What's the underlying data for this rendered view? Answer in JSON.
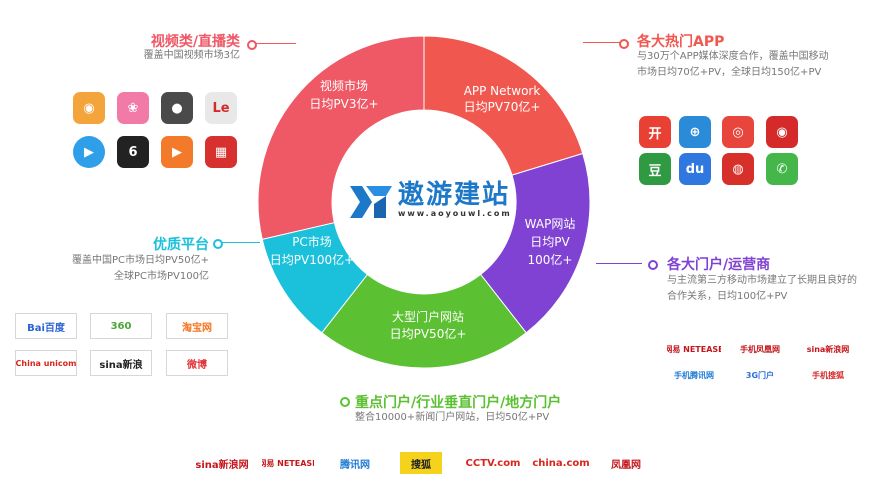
{
  "colors": {
    "red": "#f0574f",
    "pink": "#ef5865",
    "cyan": "#1bc0db",
    "green": "#5bc032",
    "purple": "#8042d2",
    "logo_blue": "#1e78c8"
  },
  "center": {
    "brand": "遨游建站",
    "url": "www.aoyouwl.com"
  },
  "segments": [
    {
      "line1": "视频市场",
      "line2": "日均PV3亿+",
      "line3": ""
    },
    {
      "line1": "APP Network",
      "line2": "日均PV70亿+",
      "line3": ""
    },
    {
      "line1": "WAP网站",
      "line2": "日均PV",
      "line3": "100亿+"
    },
    {
      "line1": "大型门户网站",
      "line2": "日均PV50亿+",
      "line3": ""
    },
    {
      "line1": "PC市场",
      "line2": "日均PV100亿+",
      "line3": ""
    }
  ],
  "callouts": {
    "video": {
      "title": "视频类/直播类",
      "desc1": "覆盖中国视频市场3亿"
    },
    "app": {
      "title": "各大热门APP",
      "desc1": "与30万个APP媒体深度合作，覆盖中国移动",
      "desc2": "市场日均70亿+PV，全球日均150亿+PV"
    },
    "pc": {
      "title": "优质平台",
      "desc1": "覆盖中国PC市场日均PV50亿+",
      "desc2": "全球PC市场PV100亿"
    },
    "portal": {
      "title": "各大门户/运营商",
      "desc1": "与主流第三方移动市场建立了长期且良好的",
      "desc2": "合作关系，日均100亿+PV"
    },
    "vertical": {
      "title": "重点门户/行业垂直门户/地方门户",
      "desc1": "整合10000+新闻门户网站，日均50亿+PV"
    }
  },
  "video_icons": [
    {
      "name": "camera-app-icon",
      "glyph": "◉",
      "bg": "#f3a43a"
    },
    {
      "name": "beauty-camera-app-icon",
      "glyph": "❀",
      "bg": "#f27aa6"
    },
    {
      "name": "lens-camera-app-icon",
      "glyph": "●",
      "bg": "#4a4a4a"
    },
    {
      "name": "letv-app-icon",
      "glyph": "Le",
      "bg": "#e8e8e8"
    },
    {
      "name": "play-video-app-icon",
      "glyph": "▶",
      "bg": "#2e9fe8"
    },
    {
      "name": "ku6-app-icon",
      "glyph": "6",
      "bg": "#222222"
    },
    {
      "name": "live-stream-app-icon",
      "glyph": "▶",
      "bg": "#f37a2a"
    },
    {
      "name": "radio-app-icon",
      "glyph": "▦",
      "bg": "#d6302f"
    }
  ],
  "app_icons": [
    {
      "name": "kaixin-app-icon",
      "glyph": "开",
      "bg": "#e84033"
    },
    {
      "name": "shared-app-icon",
      "glyph": "⊕",
      "bg": "#2a8bd9"
    },
    {
      "name": "weibo-app-icon",
      "glyph": "◎",
      "bg": "#e8453c"
    },
    {
      "name": "letv-red-app-icon",
      "glyph": "◉",
      "bg": "#d42a2a"
    },
    {
      "name": "douban-app-icon",
      "glyph": "豆",
      "bg": "#2f9a42"
    },
    {
      "name": "baidu-app-icon",
      "glyph": "du",
      "bg": "#2f78e0"
    },
    {
      "name": "mobile-market-app-icon",
      "glyph": "◍",
      "bg": "#d7302a"
    },
    {
      "name": "wechat-app-icon",
      "glyph": "✆",
      "bg": "#44b64a"
    }
  ],
  "pc_logos": [
    {
      "name": "baidu-logo",
      "text": "Bai百度",
      "color": "#2a62d6"
    },
    {
      "name": "360-logo",
      "text": "360",
      "color": "#47a838"
    },
    {
      "name": "taobao-logo",
      "text": "淘宝网",
      "color": "#f5741f"
    },
    {
      "name": "china-unicom-logo",
      "text": "China unicom",
      "color": "#d9261c"
    },
    {
      "name": "sina-logo",
      "text": "sina新浪",
      "color": "#222222"
    },
    {
      "name": "weibo-logo",
      "text": "微博",
      "color": "#e4393c"
    }
  ],
  "portal_logos": [
    {
      "name": "netease-logo",
      "text": "网易 NETEASE",
      "color": "#c4161c"
    },
    {
      "name": "mobile-phoenix-logo",
      "text": "手机凤凰网",
      "color": "#c4161c"
    },
    {
      "name": "sina-mobile-logo",
      "text": "sina新浪网",
      "color": "#c4161c"
    },
    {
      "name": "tencent-mobile-logo",
      "text": "手机腾讯网",
      "color": "#1e7ad4"
    },
    {
      "name": "3g-portal-logo",
      "text": "3G门户",
      "color": "#2a6fd6"
    },
    {
      "name": "mobile-sohu-logo",
      "text": "手机搜狐",
      "color": "#d42a2a"
    }
  ],
  "bottom_logos": [
    {
      "name": "sina-bottom-logo",
      "text": "sina新浪网",
      "color": "#c4161c",
      "bg": "#ffffff"
    },
    {
      "name": "netease-bottom-logo",
      "text": "网易 NETEASE",
      "color": "#c4161c",
      "bg": "#ffffff"
    },
    {
      "name": "tencent-bottom-logo",
      "text": "腾讯网",
      "color": "#1e7ad4",
      "bg": "#ffffff"
    },
    {
      "name": "sohu-bottom-logo",
      "text": "搜狐",
      "color": "#222222",
      "bg": "#f5d21c"
    },
    {
      "name": "cctv-bottom-logo",
      "text": "CCTV.com",
      "color": "#d9261c",
      "bg": "#ffffff"
    },
    {
      "name": "china-com-bottom-logo",
      "text": "china.com",
      "color": "#d9261c",
      "bg": "#ffffff"
    },
    {
      "name": "ifeng-bottom-logo",
      "text": "凤凰网",
      "color": "#c4161c",
      "bg": "#ffffff"
    }
  ]
}
